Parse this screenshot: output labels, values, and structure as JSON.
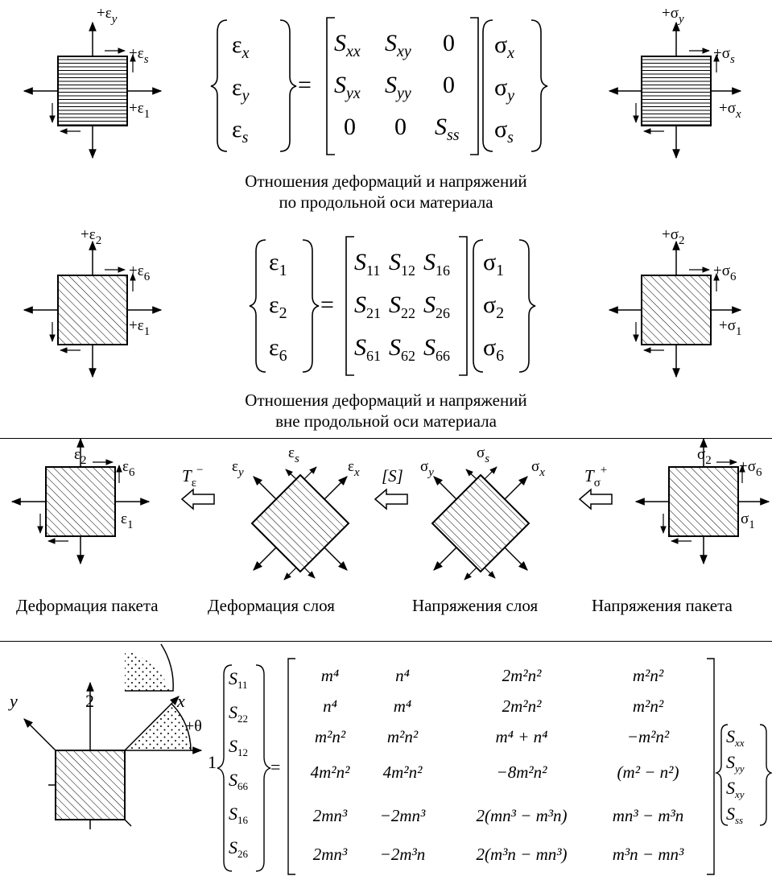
{
  "row1": {
    "strain_labels": [
      "+ε",
      "y",
      "+ε",
      "s",
      "+ε",
      "1"
    ],
    "stress_labels": [
      "+σ",
      "y",
      "+σ",
      "s",
      "+σ",
      "x"
    ],
    "lhs": [
      [
        "ε",
        "x"
      ],
      [
        "ε",
        "y"
      ],
      [
        "ε",
        "s"
      ]
    ],
    "matrix": [
      [
        [
          "S",
          "xx"
        ],
        [
          "S",
          "xy"
        ],
        [
          "0",
          ""
        ]
      ],
      [
        [
          "S",
          "yx"
        ],
        [
          "S",
          "yy"
        ],
        [
          "0",
          ""
        ]
      ],
      [
        [
          "0",
          ""
        ],
        [
          "0",
          ""
        ],
        [
          "S",
          "ss"
        ]
      ]
    ],
    "rhs": [
      [
        "σ",
        "x"
      ],
      [
        "σ",
        "y"
      ],
      [
        "σ",
        "s"
      ]
    ],
    "caption_line1": "Отношения деформаций и напряжений",
    "caption_line2": "по продольной оси материала"
  },
  "row2": {
    "strain_labels": [
      "+ε",
      "2",
      "+ε",
      "6",
      "+ε",
      "1"
    ],
    "stress_labels": [
      "+σ",
      "2",
      "+σ",
      "6",
      "+σ",
      "1"
    ],
    "lhs": [
      [
        "ε",
        "1"
      ],
      [
        "ε",
        "2"
      ],
      [
        "ε",
        "6"
      ]
    ],
    "matrix": [
      [
        [
          "S",
          "11"
        ],
        [
          "S",
          "12"
        ],
        [
          "S",
          "16"
        ]
      ],
      [
        [
          "S",
          "21"
        ],
        [
          "S",
          "22"
        ],
        [
          "S",
          "26"
        ]
      ],
      [
        [
          "S",
          "61"
        ],
        [
          "S",
          "62"
        ],
        [
          "S",
          "66"
        ]
      ]
    ],
    "rhs": [
      [
        "σ",
        "1"
      ],
      [
        "σ",
        "2"
      ],
      [
        "σ",
        "6"
      ]
    ],
    "caption_line1": "Отношения деформаций и напряжений",
    "caption_line2": "вне продольной оси материала"
  },
  "row3": {
    "left_labels": [
      "ε",
      "2",
      "ε",
      "6",
      "ε",
      "1"
    ],
    "diamond1_labels": [
      "ε",
      "y",
      "ε",
      "s",
      "ε",
      "x"
    ],
    "diamond2_labels": [
      "σ",
      "y",
      "σ",
      "s",
      "σ",
      "x"
    ],
    "right_labels": [
      "σ",
      "2",
      "+σ",
      "6",
      "σ",
      "1"
    ],
    "transform1": [
      "T",
      "ε",
      "−"
    ],
    "transform2": "[S]",
    "transform3": [
      "T",
      "σ",
      "+"
    ],
    "stage_labels": [
      "Деформация пакета",
      "Деформация слоя",
      "Напряжения слоя",
      "Напряжения пакета"
    ]
  },
  "row4": {
    "axis_labels": [
      "y",
      "2",
      "x",
      "+θ",
      "1"
    ],
    "lhs": [
      "11",
      "22",
      "12",
      "66",
      "16",
      "26"
    ],
    "rhs": [
      "xx",
      "yy",
      "xy",
      "ss"
    ],
    "matrix": [
      [
        "m⁴",
        "n⁴",
        "2m²n²",
        "m²n²"
      ],
      [
        "n⁴",
        "m⁴",
        "2m²n²",
        "m²n²"
      ],
      [
        "m²n²",
        "m²n²",
        "m⁴ + n⁴",
        "−m²n²"
      ],
      [
        "4m²n²",
        "4m²n²",
        "−8m²n²",
        "(m² − n²)"
      ],
      [
        "2mn³",
        "−2mn³",
        "2(mn³ − m³n)",
        "mn³ − m³n"
      ],
      [
        "2mn³",
        "−2m³n",
        "2(m³n − mn³)",
        "m³n − mn³"
      ]
    ]
  }
}
